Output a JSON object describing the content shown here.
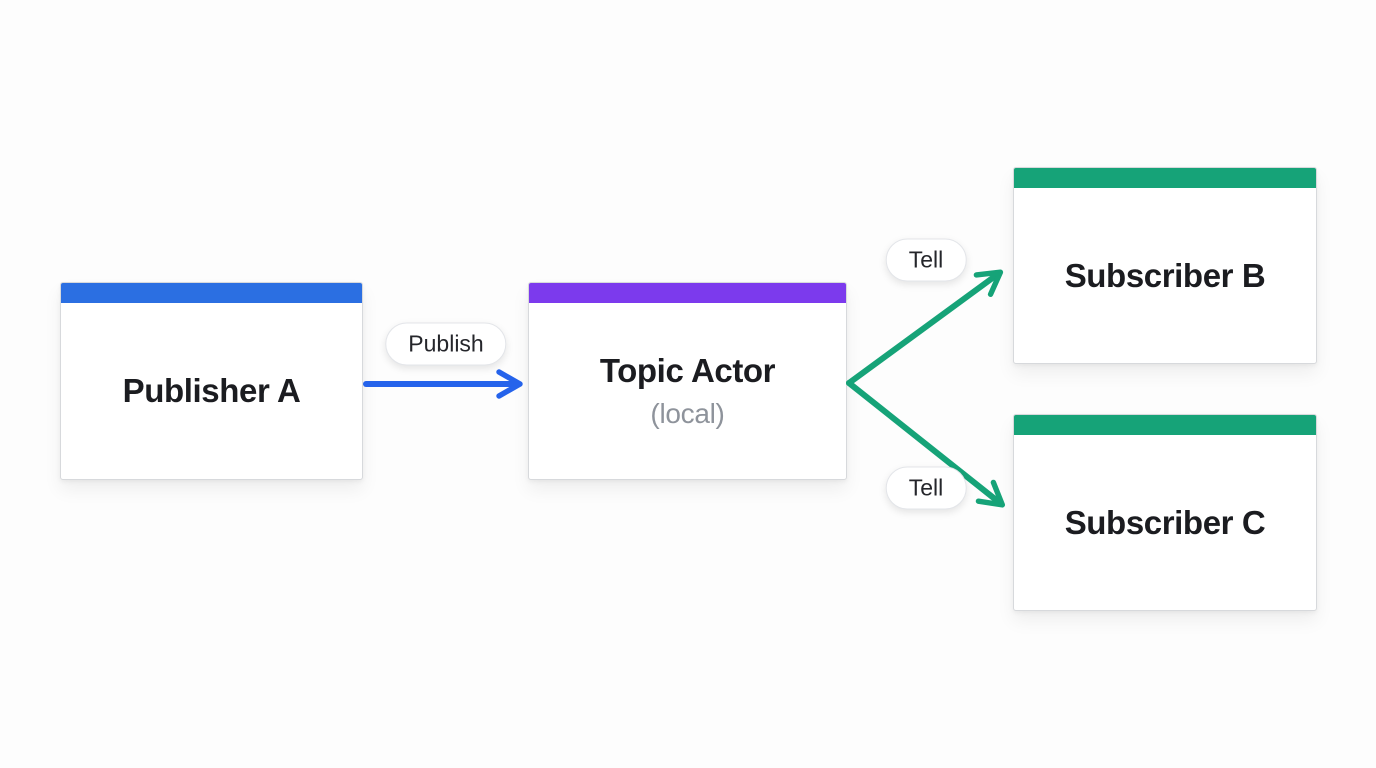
{
  "canvas": {
    "background": "#fdfdfd"
  },
  "diagram": {
    "nodes": [
      {
        "id": "publisher-a",
        "title": "Publisher A",
        "accent_color": "#2b6fe2"
      },
      {
        "id": "topic-actor",
        "title": "Topic Actor",
        "subtitle": "(local)",
        "accent_color": "#7c3aed"
      },
      {
        "id": "subscriber-b",
        "title": "Subscriber B",
        "accent_color": "#16a378"
      },
      {
        "id": "subscriber-c",
        "title": "Subscriber C",
        "accent_color": "#16a378"
      }
    ],
    "edges": [
      {
        "id": "publish-edge",
        "label": "Publish",
        "from": "publisher-a",
        "to": "topic-actor",
        "color": "#2563eb"
      },
      {
        "id": "tell-edge-b",
        "label": "Tell",
        "from": "topic-actor",
        "to": "subscriber-b",
        "color": "#16a378"
      },
      {
        "id": "tell-edge-c",
        "label": "Tell",
        "from": "topic-actor",
        "to": "subscriber-c",
        "color": "#16a378"
      }
    ]
  }
}
